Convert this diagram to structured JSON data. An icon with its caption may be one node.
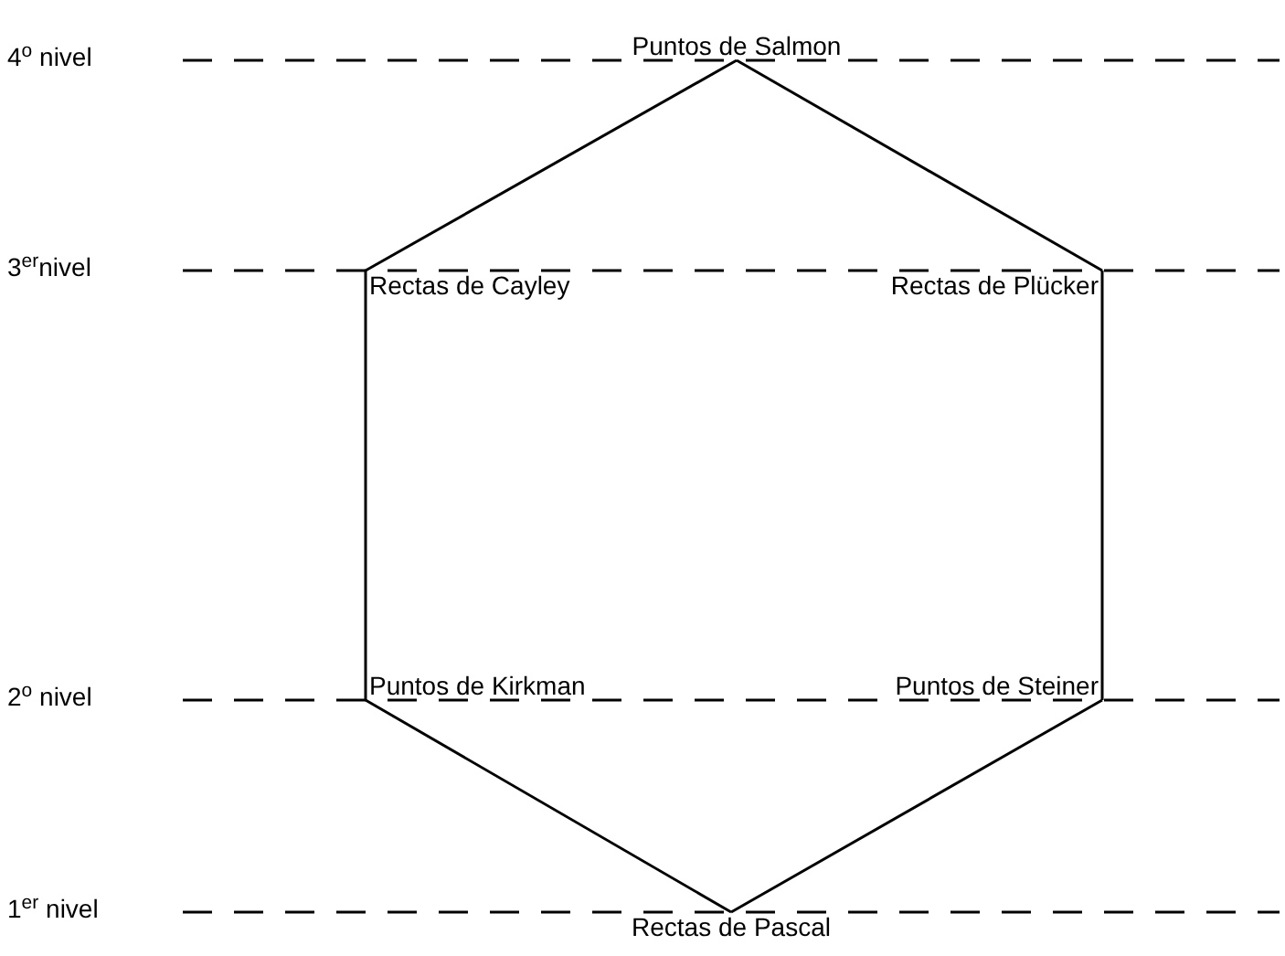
{
  "diagram": {
    "nodes": [
      {
        "text": [
          "Puntos de Salmon"
        ]
      },
      {
        "text": [
          "Rectas de Cayley"
        ]
      },
      {
        "text": [
          "Rectas de Plücker"
        ]
      },
      {
        "text": [
          "Puntos de Kirkman"
        ]
      },
      {
        "text": [
          "Puntos de Steiner"
        ]
      },
      {
        "text": [
          "Rectas de Pascal"
        ]
      }
    ],
    "edges": [
      {
        "from": 0,
        "to": 1,
        "arrow": "none"
      },
      {
        "from": 0,
        "to": 2,
        "arrow": "none"
      },
      {
        "from": 1,
        "to": 3,
        "arrow": "none"
      },
      {
        "from": 2,
        "to": 4,
        "arrow": "none"
      },
      {
        "from": 3,
        "to": 5,
        "arrow": "none"
      },
      {
        "from": 4,
        "to": 5,
        "arrow": "none"
      }
    ],
    "labels": [
      "4$^{o}$ nivel",
      "3$^{er}$nivel",
      "2$^{o}$ nivel",
      "1$^{er}$ nivel"
    ]
  }
}
